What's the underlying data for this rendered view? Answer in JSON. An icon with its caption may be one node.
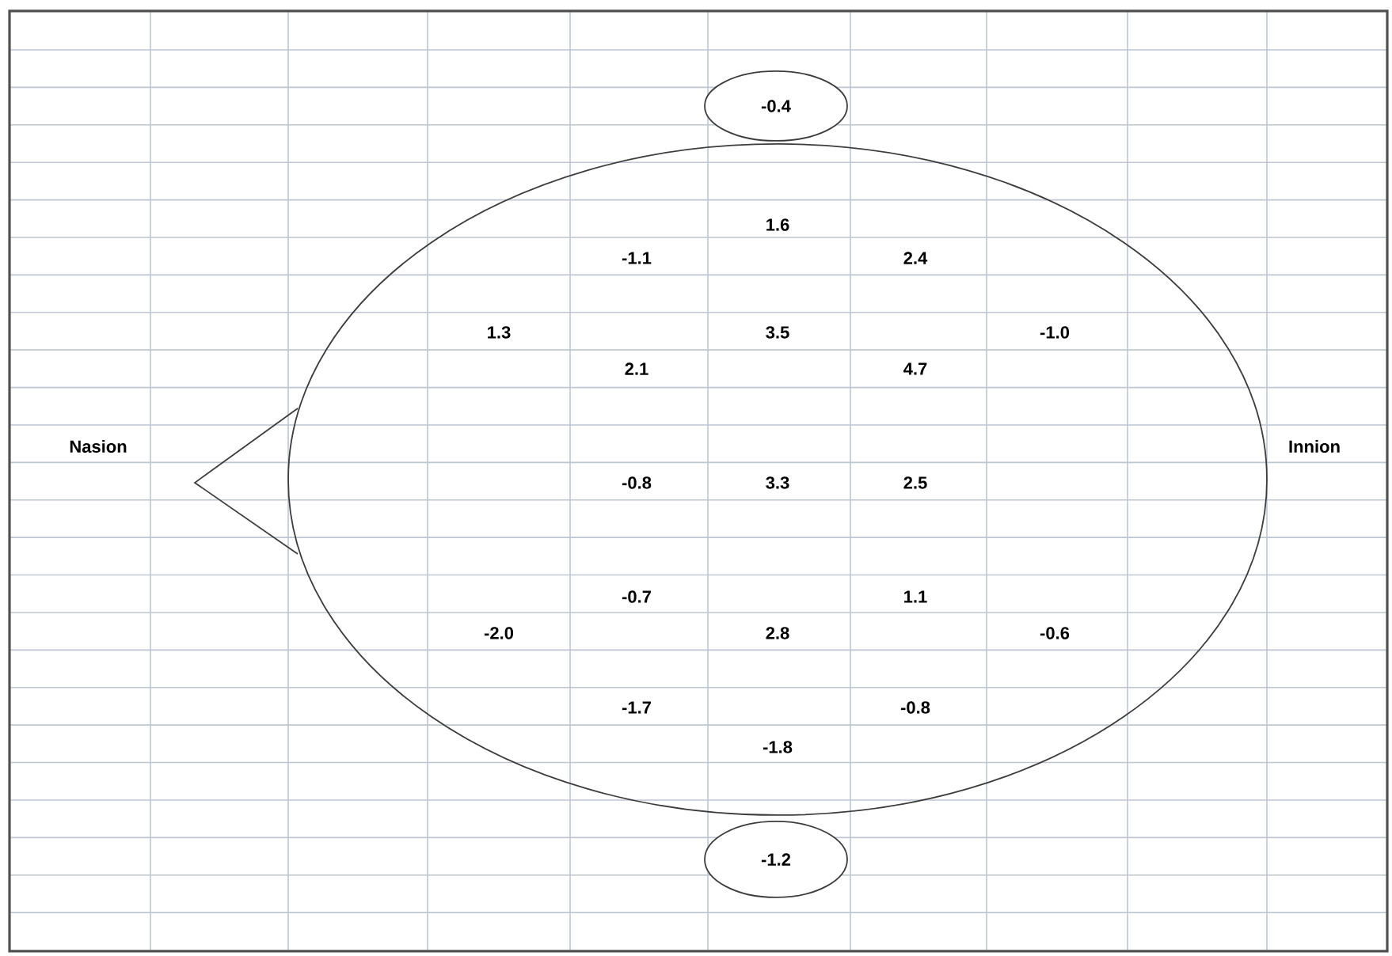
{
  "diagram": {
    "nodes": [
      {
        "text": [
          "-0.4"
        ]
      },
      {
        "text": [
          "-1.2"
        ]
      }
    ],
    "labels": [
      "1.6",
      "-1.1",
      "2.4",
      "1.3",
      "3.5",
      "-1.0",
      "2.1",
      "4.7",
      "Nasion",
      "Innion",
      "-0.8",
      "3.3",
      "2.5",
      "-0.7",
      "1.1",
      "-2.0",
      "2.8",
      "-0.6",
      "-1.7",
      "-0.8",
      "-1.8"
    ]
  }
}
